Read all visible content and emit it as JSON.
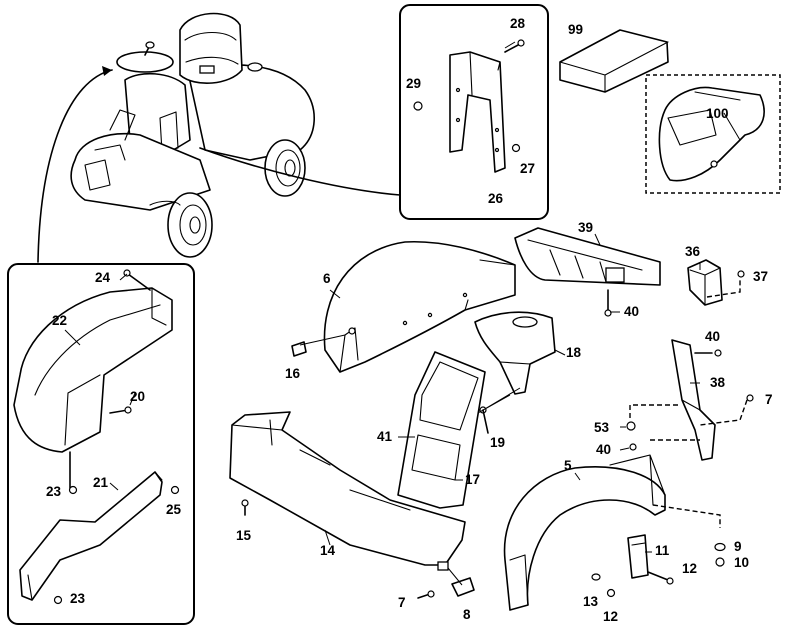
{
  "labels": {
    "p99": "99",
    "p28": "28",
    "p29": "29",
    "p100": "100",
    "p27": "27",
    "p26": "26",
    "p39": "39",
    "p36": "36",
    "p37": "37",
    "p24": "24",
    "p6": "6",
    "p22": "22",
    "p40a": "40",
    "p18": "18",
    "p16": "16",
    "p40b": "40",
    "p38": "38",
    "p20": "20",
    "p7a": "7",
    "p41": "41",
    "p19": "19",
    "p53": "53",
    "p40c": "40",
    "p23a": "23",
    "p21": "21",
    "p17": "17",
    "p5": "5",
    "p25": "25",
    "p15": "15",
    "p14": "14",
    "p11": "11",
    "p9": "9",
    "p10": "10",
    "p12a": "12",
    "p23b": "23",
    "p13": "13",
    "p7b": "7",
    "p8": "8",
    "p12b": "12"
  }
}
